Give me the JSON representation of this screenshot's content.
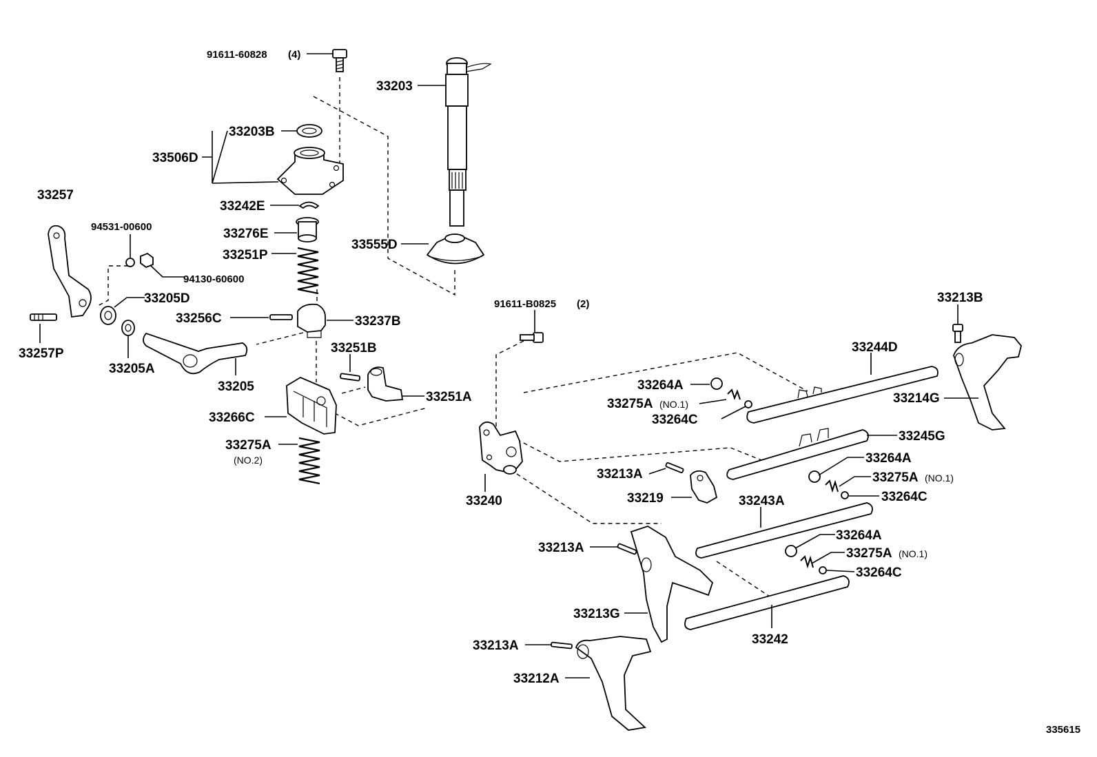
{
  "diagram_id": "335615",
  "labels": [
    {
      "key": "bolt_91611_60828",
      "text": "91611-60828"
    },
    {
      "key": "qty_4",
      "text": "(4)"
    },
    {
      "key": "p33203",
      "text": "33203"
    },
    {
      "key": "p33203B",
      "text": "33203B"
    },
    {
      "key": "p33506D",
      "text": "33506D"
    },
    {
      "key": "p33257",
      "text": "33257"
    },
    {
      "key": "p33242E",
      "text": "33242E"
    },
    {
      "key": "p94531_00600",
      "text": "94531-00600"
    },
    {
      "key": "p33276E",
      "text": "33276E"
    },
    {
      "key": "p33555D",
      "text": "33555D"
    },
    {
      "key": "p33251P",
      "text": "33251P"
    },
    {
      "key": "p94130_60600",
      "text": "94130-60600"
    },
    {
      "key": "p33205D",
      "text": "33205D"
    },
    {
      "key": "p33256C",
      "text": "33256C"
    },
    {
      "key": "p33237B",
      "text": "33237B"
    },
    {
      "key": "p33257P",
      "text": "33257P"
    },
    {
      "key": "p33205A",
      "text": "33205A"
    },
    {
      "key": "p33251B",
      "text": "33251B"
    },
    {
      "key": "p33205",
      "text": "33205"
    },
    {
      "key": "p33251A",
      "text": "33251A"
    },
    {
      "key": "p33266C",
      "text": "33266C"
    },
    {
      "key": "p33275A_no2",
      "text": "33275A"
    },
    {
      "key": "no2",
      "text": "(NO.2)"
    },
    {
      "key": "bolt_91611_B0825",
      "text": "91611-B0825"
    },
    {
      "key": "qty_2",
      "text": "(2)"
    },
    {
      "key": "p33213B",
      "text": "33213B"
    },
    {
      "key": "p33244D",
      "text": "33244D"
    },
    {
      "key": "p33264A_1",
      "text": "33264A"
    },
    {
      "key": "p33275A_1",
      "text": "33275A"
    },
    {
      "key": "no1_1",
      "text": "(NO.1)"
    },
    {
      "key": "p33214G",
      "text": "33214G"
    },
    {
      "key": "p33264C_1",
      "text": "33264C"
    },
    {
      "key": "p33245G",
      "text": "33245G"
    },
    {
      "key": "p33264A_2",
      "text": "33264A"
    },
    {
      "key": "p33213A_1",
      "text": "33213A"
    },
    {
      "key": "p33275A_2",
      "text": "33275A"
    },
    {
      "key": "no1_2",
      "text": "(NO.1)"
    },
    {
      "key": "p33219",
      "text": "33219"
    },
    {
      "key": "p33264C_2",
      "text": "33264C"
    },
    {
      "key": "p33240",
      "text": "33240"
    },
    {
      "key": "p33243A",
      "text": "33243A"
    },
    {
      "key": "p33264A_3",
      "text": "33264A"
    },
    {
      "key": "p33213A_2",
      "text": "33213A"
    },
    {
      "key": "p33275A_3",
      "text": "33275A"
    },
    {
      "key": "no1_3",
      "text": "(NO.1)"
    },
    {
      "key": "p33264C_3",
      "text": "33264C"
    },
    {
      "key": "p33213G",
      "text": "33213G"
    },
    {
      "key": "p33242",
      "text": "33242"
    },
    {
      "key": "p33213A_3",
      "text": "33213A"
    },
    {
      "key": "p33212A",
      "text": "33212A"
    }
  ]
}
